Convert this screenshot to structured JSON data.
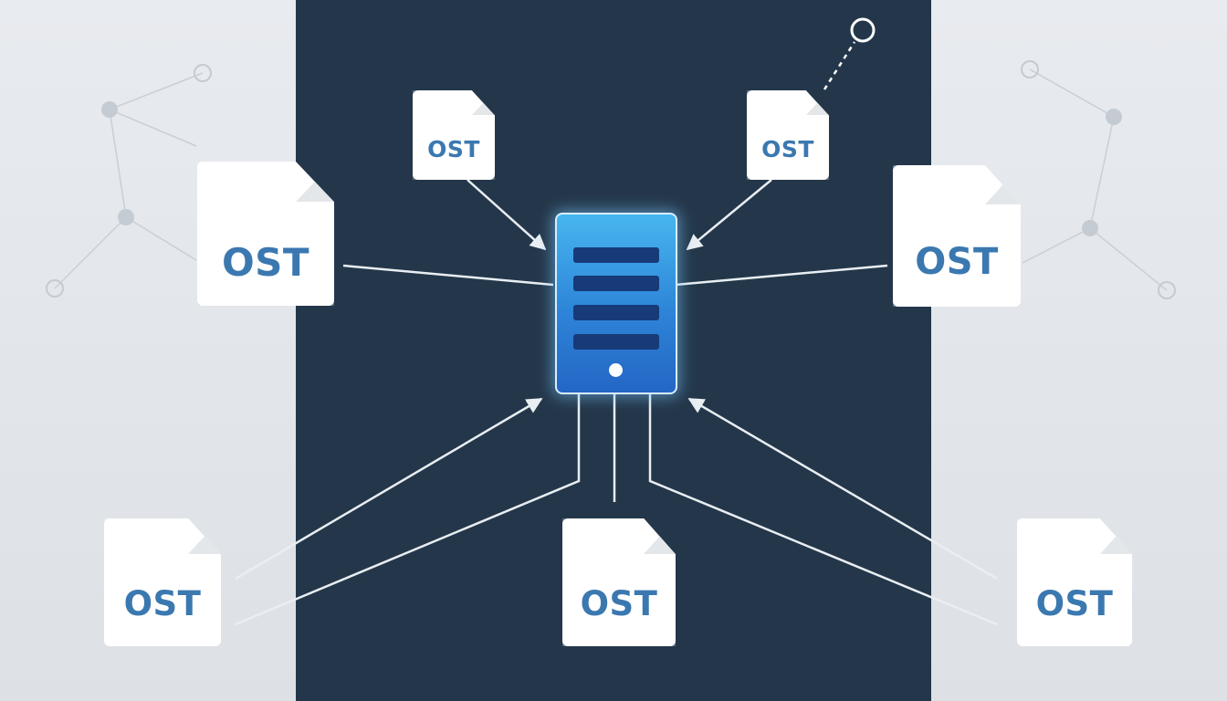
{
  "diagram": {
    "hub": {
      "name": "server"
    },
    "nodes": [
      {
        "id": "file-top-left",
        "label": "OST"
      },
      {
        "id": "file-top-right",
        "label": "OST"
      },
      {
        "id": "file-mid-left",
        "label": "OST"
      },
      {
        "id": "file-mid-right",
        "label": "OST"
      },
      {
        "id": "file-bottom-left",
        "label": "OST"
      },
      {
        "id": "file-bottom-center",
        "label": "OST"
      },
      {
        "id": "file-bottom-right",
        "label": "OST"
      }
    ]
  },
  "colors": {
    "panel_dark": "#24374a",
    "panel_light": "#e3e7eb",
    "label_blue": "#3b78b0",
    "server_blue": "#2d84d8"
  }
}
